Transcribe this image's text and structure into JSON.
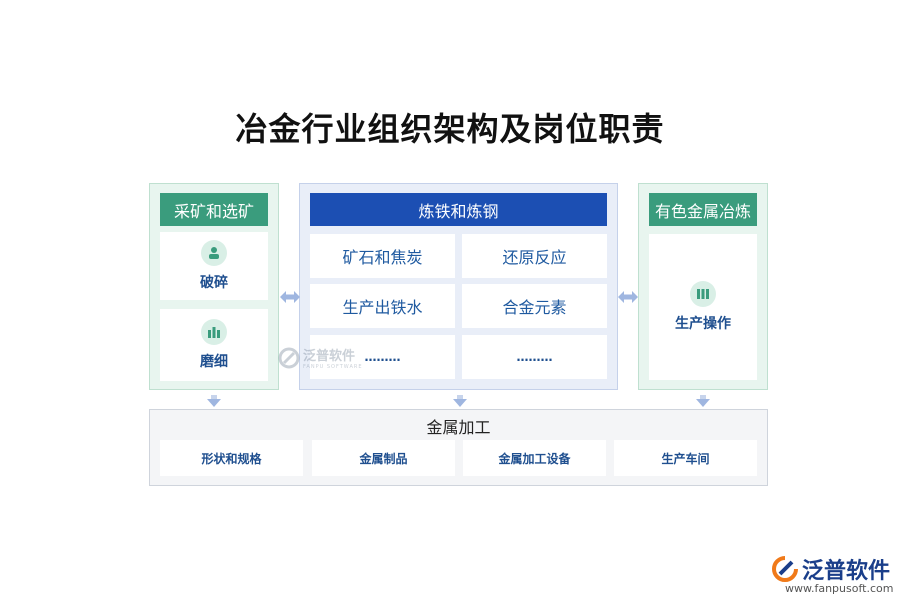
{
  "title": "冶金行业组织架构及岗位职责",
  "mining": {
    "header": "采矿和选矿",
    "items": [
      {
        "label": "破碎",
        "icon": "person-badge-icon"
      },
      {
        "label": "磨细",
        "icon": "stack-bars-icon"
      }
    ]
  },
  "ironmaking": {
    "header": "炼铁和炼钢",
    "cells": [
      "矿石和焦炭",
      "还原反应",
      "生产出铁水",
      "合金元素",
      "………",
      "………"
    ]
  },
  "nonferrous": {
    "header": "有色金属冶炼",
    "items": [
      {
        "label": "生产操作",
        "icon": "binders-icon"
      }
    ]
  },
  "processing": {
    "header": "金属加工",
    "cells": [
      "形状和规格",
      "金属制品",
      "金属加工设备",
      "生产车间"
    ]
  },
  "watermark": {
    "name": "泛普软件",
    "sub": "FANPU SOFTWARE"
  },
  "brand": {
    "name": "泛普软件",
    "url": "www.fanpusoft.com"
  },
  "colors": {
    "green_header": "#3a9c7d",
    "blue_header": "#1c4fb3",
    "text_blue": "#1f4f8f",
    "arrow": "#9fb6e0"
  }
}
